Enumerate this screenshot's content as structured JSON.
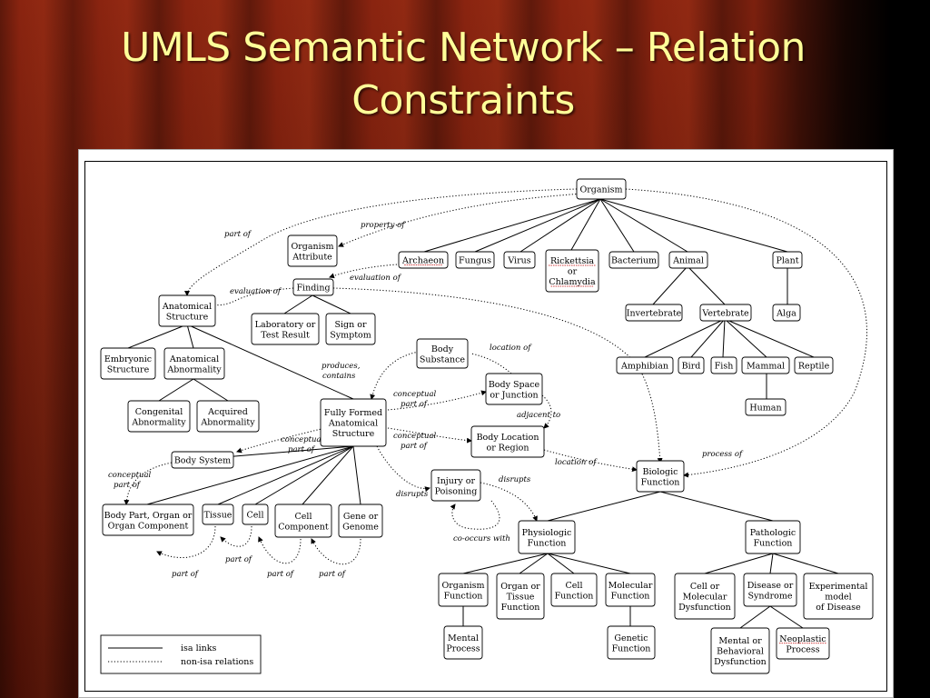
{
  "slide": {
    "title_line1": "UMLS Semantic Network – Relation",
    "title_line2": "Constraints"
  },
  "legend": {
    "isa_label": "isa links",
    "nonisa_label": "non-isa relations"
  },
  "nodes": {
    "organism": [
      "Organism"
    ],
    "organism_attribute": [
      "Organism",
      "Attribute"
    ],
    "finding": [
      "Finding"
    ],
    "lab_result": [
      "Laboratory  or",
      "Test Result"
    ],
    "sign_symptom": [
      "Sign or",
      "Symptom"
    ],
    "archaeon": [
      "Archaeon"
    ],
    "fungus": [
      "Fungus"
    ],
    "virus": [
      "Virus"
    ],
    "rickettsia": [
      "Rickettsia",
      "or",
      "Chlamydia"
    ],
    "bacterium": [
      "Bacterium"
    ],
    "animal": [
      "Animal"
    ],
    "plant": [
      "Plant"
    ],
    "invertebrate": [
      "Invertebrate"
    ],
    "vertebrate": [
      "Vertebrate"
    ],
    "alga": [
      "Alga"
    ],
    "amphibian": [
      "Amphibian"
    ],
    "bird": [
      "Bird"
    ],
    "fish": [
      "Fish"
    ],
    "mammal": [
      "Mammal"
    ],
    "reptile": [
      "Reptile"
    ],
    "human": [
      "Human"
    ],
    "anatomical_structure": [
      "Anatomical",
      "Structure"
    ],
    "embryonic_structure": [
      "Embryonic",
      "Structure"
    ],
    "anatomical_abnormality": [
      "Anatomical",
      "Abnormality"
    ],
    "congenital_abnormality": [
      "Congenital",
      "Abnormality"
    ],
    "acquired_abnormality": [
      "Acquired",
      "Abnormality"
    ],
    "fully_formed": [
      "Fully Formed",
      "Anatomical",
      "Structure"
    ],
    "body_substance": [
      "Body",
      "Substance"
    ],
    "body_space": [
      "Body Space",
      "or Junction"
    ],
    "body_location": [
      "Body Location",
      "or Region"
    ],
    "body_system": [
      "Body System"
    ],
    "body_part": [
      "Body Part, Organ or",
      "Organ Component"
    ],
    "tissue": [
      "Tissue"
    ],
    "cell": [
      "Cell"
    ],
    "cell_component": [
      "Cell",
      "Component"
    ],
    "gene_genome": [
      "Gene or",
      "Genome"
    ],
    "injury": [
      "Injury or",
      "Poisoning"
    ],
    "biologic_function": [
      "Biologic",
      "Function"
    ],
    "physiologic_function": [
      "Physiologic",
      "Function"
    ],
    "pathologic_function": [
      "Pathologic",
      "Function"
    ],
    "organism_function": [
      "Organism",
      "Function"
    ],
    "organ_tissue_function": [
      "Organ or",
      "Tissue",
      "Function"
    ],
    "cell_function": [
      "Cell",
      "Function"
    ],
    "molecular_function": [
      "Molecular",
      "Function"
    ],
    "cell_molecular_dysfunction": [
      "Cell or",
      "Molecular",
      "Dysfunction"
    ],
    "disease_syndrome": [
      "Disease or",
      "Syndrome"
    ],
    "experimental_model": [
      "Experimental",
      "model",
      "of Disease"
    ],
    "mental_process": [
      "Mental",
      "Process"
    ],
    "genetic_function": [
      "Genetic",
      "Function"
    ],
    "mental_behavioral": [
      "Mental or",
      "Behavioral",
      "Dysfunction"
    ],
    "neoplastic_process": [
      "Neoplastic",
      "Process"
    ]
  },
  "relation_labels": {
    "property_of": "property of",
    "part_of_top": "part of",
    "evaluation_of_1": "evaluation of",
    "evaluation_of_2": "evaluation of",
    "location_of_1": "location of",
    "produces": "produces,",
    "contains": "contains",
    "conceptual_part_of_1a": "conceptual",
    "conceptual_part_of_1b": "part of",
    "adjacent_to": "adjacent to",
    "conceptual_part_of_2a": "conceptual",
    "conceptual_part_of_2b": "part of",
    "conceptual_part_of_3a": "conceptual",
    "conceptual_part_of_3b": "part of",
    "location_of_2": "location of",
    "process_of": "process  of",
    "conceptual_part_of_4a": "conceptual",
    "conceptual_part_of_4b": "part of",
    "disrupts_1": "disrupts",
    "disrupts_2": "disrupts",
    "co_occurs_with": "co-occurs with",
    "part_of_b1": "part of",
    "part_of_b2": "part of",
    "part_of_b3": "part of",
    "part_of_b4": "part of"
  }
}
